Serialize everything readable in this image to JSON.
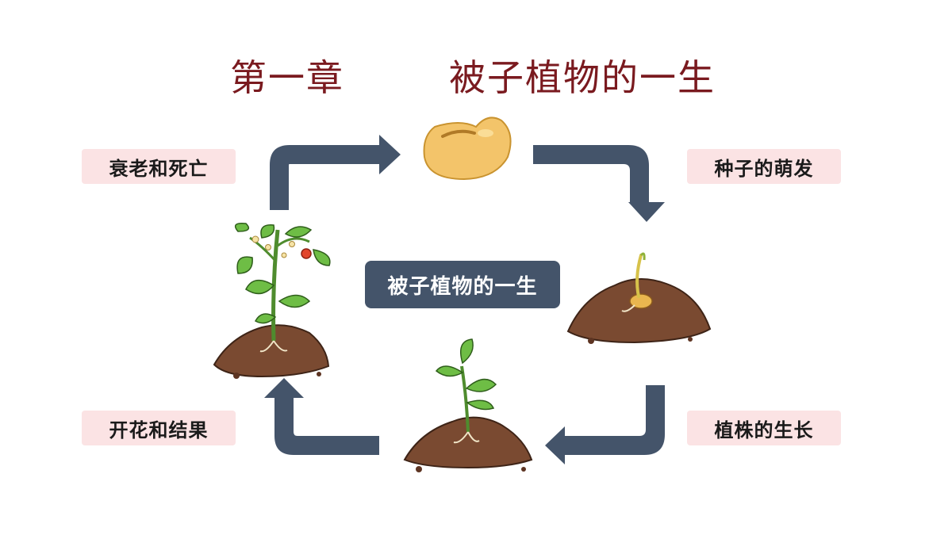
{
  "header": {
    "chapter": "第一章",
    "title": "被子植物的一生"
  },
  "center_label": "被子植物的一生",
  "stages": {
    "top_left": "衰老和死亡",
    "top_right": "种子的萌发",
    "bottom_left": "开花和结果",
    "bottom_right": "植株的生长"
  },
  "colors": {
    "title": "#7a1a1f",
    "arrow": "#44546a",
    "label_bg": "#fbe3e4",
    "soil": "#6b3f2a",
    "leaf": "#5aa83a",
    "seed": "#f3c46a"
  }
}
